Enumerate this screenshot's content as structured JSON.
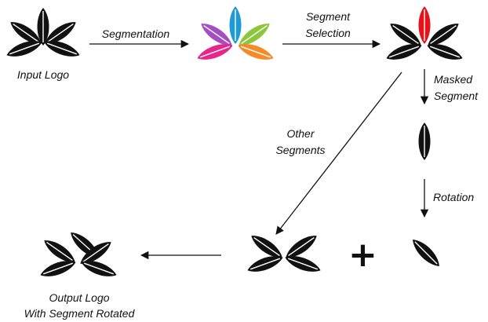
{
  "labels": {
    "input_logo": "Input Logo",
    "segmentation": "Segmentation",
    "segment_selection_line1": "Segment",
    "segment_selection_line2": "Selection",
    "masked_segment_line1": "Masked",
    "masked_segment_line2": "Segment",
    "other_segments_line1": "Other",
    "other_segments_line2": "Segments",
    "rotation": "Rotation",
    "output_logo_line1": "Output Logo",
    "output_logo_line2": "With Segment Rotated"
  },
  "symbols": {
    "plus": "+"
  },
  "colors": {
    "ink": "#111111",
    "segment_top": "#1e9ad6",
    "segment_left": "#a34fc2",
    "segment_bottom_left": "#e6268c",
    "segment_right": "#8cc63f",
    "segment_bottom_right": "#f48a28",
    "selected_segment": "#e5131b"
  }
}
